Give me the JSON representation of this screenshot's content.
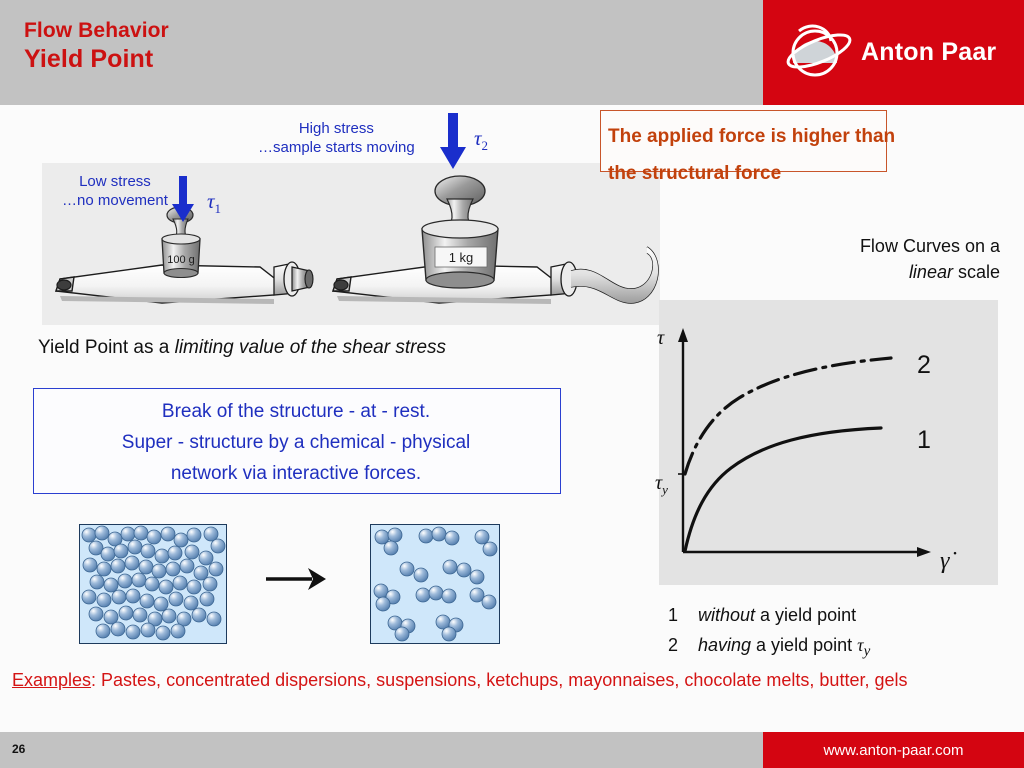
{
  "header": {
    "title_line1": "Flow Behavior",
    "title_line2": "Yield Point",
    "logo_text": "Anton Paar",
    "logo_icon": "atom-orbit-icon",
    "brand_red": "#d40511",
    "header_gray": "#c2c2c2",
    "title_red": "#cc1111"
  },
  "illustration": {
    "low_stress_line1": "Low stress",
    "low_stress_line2": "…no movement",
    "high_stress_line1": "High stress",
    "high_stress_line2": "…sample starts moving",
    "tau1_label": "τ",
    "tau1_sub": "1",
    "tau2_label": "τ",
    "tau2_sub": "2",
    "weight_small_label": "100 g",
    "weight_large_label": "1 kg",
    "arrow_color": "#1a2ecc",
    "label_color": "#1f2fbf"
  },
  "callout": {
    "text": "The applied force is higher than the structural force",
    "border_color": "#c8552a",
    "text_color": "#c2410c"
  },
  "caption": {
    "prefix": "Yield Point as a ",
    "emphasis": "limiting value of the shear stress"
  },
  "blue_box": {
    "line1": "Break of the structure - at - rest.",
    "line2": "Super - structure by a chemical - physical",
    "line3": "network via interactive forces.",
    "border_color": "#2b3fd0",
    "text_color": "#1f2fbf"
  },
  "structure_diagram": {
    "left_caption": "connected-network-structure",
    "right_caption": "broken-up-clusters",
    "arrow": "right-arrow-icon",
    "box_fill": "#cfe7fa",
    "box_border": "#1d3a5c",
    "sphere_color": "#6f97c4"
  },
  "chart_data": {
    "type": "line",
    "title": "Flow Curves on a linear scale",
    "title_line1": "Flow Curves on a",
    "title_emphasis": "linear",
    "title_suffix": " scale",
    "xlabel": "γ̇",
    "ylabel": "τ",
    "yield_tick_label": "τ",
    "yield_tick_sub": "y",
    "xlim": [
      0,
      100
    ],
    "ylim": [
      0,
      100
    ],
    "grid": false,
    "legend_position": "inline-right",
    "panel_color": "#e3e3e3",
    "series": [
      {
        "name": "1",
        "style": "solid",
        "yield_stress": 0,
        "x": [
          0,
          5,
          10,
          18,
          28,
          40,
          55,
          70,
          85,
          100
        ],
        "values": [
          0,
          18,
          28,
          39,
          48,
          54,
          58,
          60,
          61,
          61
        ]
      },
      {
        "name": "2",
        "style": "dash-dot",
        "yield_stress": 18,
        "x": [
          0,
          5,
          10,
          18,
          28,
          40,
          55,
          70,
          85,
          100
        ],
        "values": [
          18,
          40,
          52,
          63,
          72,
          79,
          84,
          87,
          89,
          90
        ]
      }
    ],
    "curve_labels": [
      "2",
      "1"
    ]
  },
  "legend": {
    "items": [
      {
        "num": "1",
        "emphasis": "without",
        "rest": " a yield point",
        "tau": "",
        "tau_sub": ""
      },
      {
        "num": "2",
        "emphasis": "having",
        "rest": "  a yield point ",
        "tau": "τ",
        "tau_sub": "y"
      }
    ]
  },
  "examples": {
    "label": "Examples",
    "text": ": Pastes, concentrated dispersions, suspensions, ketchups, mayonnaises, chocolate melts, butter, gels",
    "color": "#d41414"
  },
  "footer": {
    "page_number": "26",
    "url": "www.anton-paar.com"
  }
}
